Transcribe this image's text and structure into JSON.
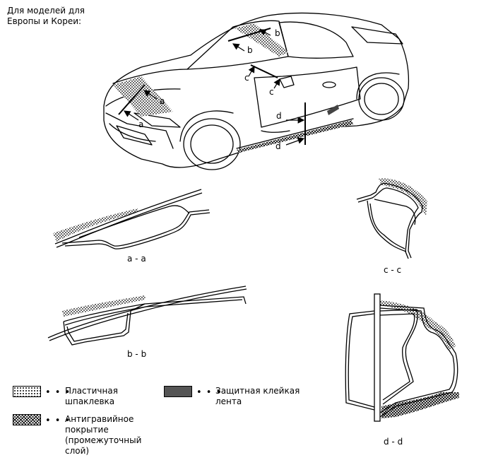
{
  "header": {
    "note": "Для моделей для\nЕвропы и Кореи:"
  },
  "callouts": {
    "a": "a",
    "b": "b",
    "c": "c",
    "d": "d"
  },
  "sections": {
    "aa": "a - a",
    "bb": "b - b",
    "cc": "c - c",
    "dd": "d - d"
  },
  "legend": {
    "putty": "Пластичная\nшпаклевка",
    "chip": "Антигравийное\nпокрытие\n(промежуточный\nслой)",
    "tape": "Защитная клейкая\nлента",
    "leader": "• • •"
  }
}
